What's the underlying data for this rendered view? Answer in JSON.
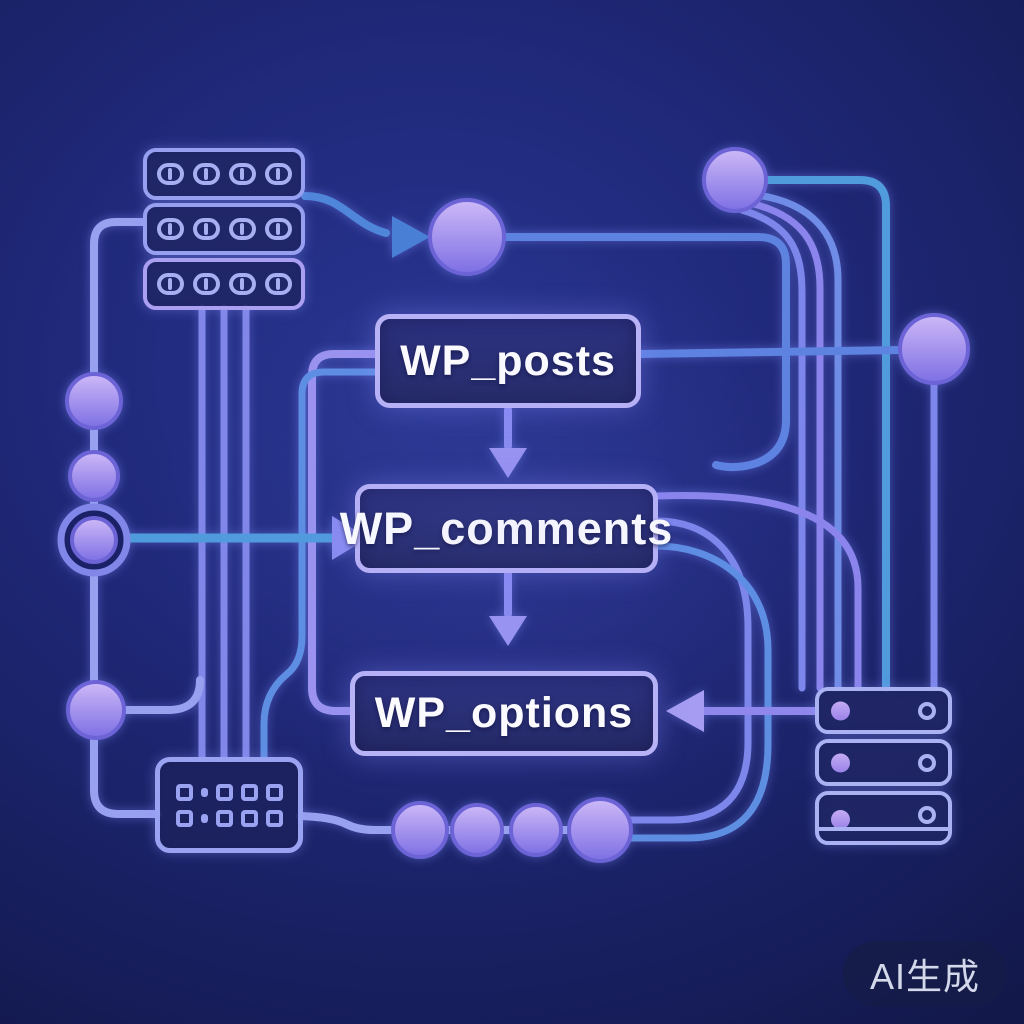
{
  "diagram": {
    "title_boxes": [
      {
        "id": "wp_posts",
        "label": "WP_posts"
      },
      {
        "id": "wp_comments",
        "label": "WP_comments"
      },
      {
        "id": "wp_options",
        "label": "WP_options"
      }
    ],
    "watermark": "AI生成",
    "colors": {
      "background": "#1f2878",
      "box_fill": "#262b6e",
      "box_border": "#b9b3f6",
      "node_fill_top": "#c9b6f6",
      "node_fill_bottom": "#7d6fe4",
      "node_rim": "#6c63d6",
      "line_lavender": "#98a0f0",
      "line_blue": "#4f9bdc",
      "line_mid_blue": "#5d82e0",
      "line_purple": "#8b84ec",
      "arrow_blue": "#4a7fd6",
      "arrow_purple": "#8b8cf0",
      "text": "#ffffff",
      "watermark_text": "#d3d8ea"
    },
    "icons": [
      {
        "name": "server-rack-left",
        "rows": 3,
        "capsules_per_row": 4
      },
      {
        "name": "server-rack-right",
        "rows": 3
      },
      {
        "name": "control-panel-keypad",
        "rows": 2
      }
    ]
  }
}
